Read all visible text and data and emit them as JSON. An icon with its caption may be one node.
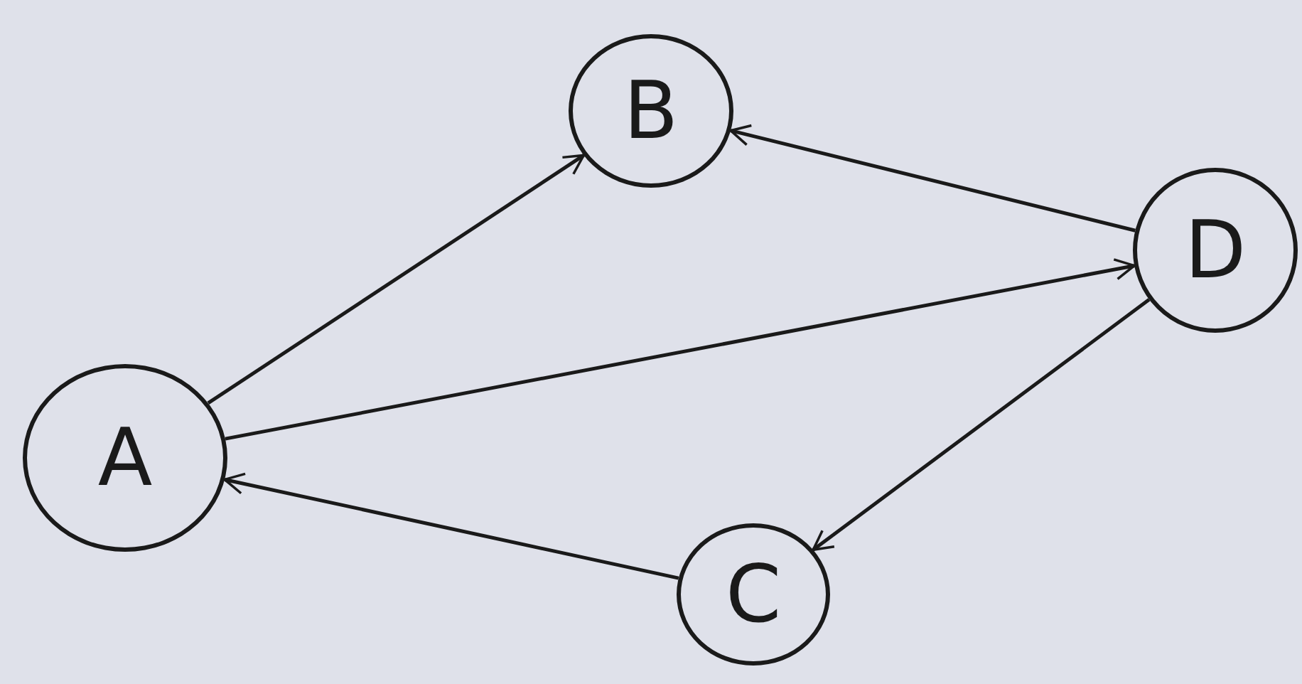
{
  "diagram": {
    "nodes": [
      {
        "text": [
          "A"
        ]
      },
      {
        "text": [
          "B"
        ]
      },
      {
        "text": [
          "D"
        ]
      },
      {
        "text": [
          "C"
        ]
      }
    ],
    "edges": [
      {
        "from": 0,
        "to": 1,
        "arrow": "to"
      },
      {
        "from": 0,
        "to": 2,
        "arrow": "to"
      },
      {
        "from": 2,
        "to": 1,
        "arrow": "to"
      },
      {
        "from": 2,
        "to": 3,
        "arrow": "to"
      },
      {
        "from": 3,
        "to": 0,
        "arrow": "to"
      }
    ]
  }
}
